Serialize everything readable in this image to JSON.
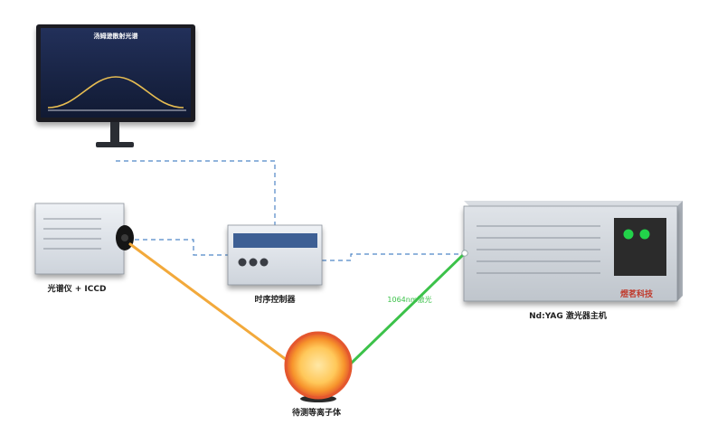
{
  "monitor": {
    "screen_title": "汤姆逊散射光谱"
  },
  "labels": {
    "spectrometer": "光谱仪 + ICCD",
    "timing_controller": "时序控制器",
    "laser_host": "Nd:YAG 激光器主机",
    "plasma": "待测等离子体",
    "laser_brand": "煜茗科技"
  },
  "beams": {
    "laser_beam_label": "1064nm激光",
    "scattered_beam_label": ""
  },
  "colors": {
    "laser_beam": "#3cc24a",
    "scattered_beam": "#f2a93b",
    "signal_line": "#4f86c6",
    "brand_text": "#c0392b",
    "screen_bg": "#1c2745",
    "spectrum_curve": "#e7bd52"
  }
}
